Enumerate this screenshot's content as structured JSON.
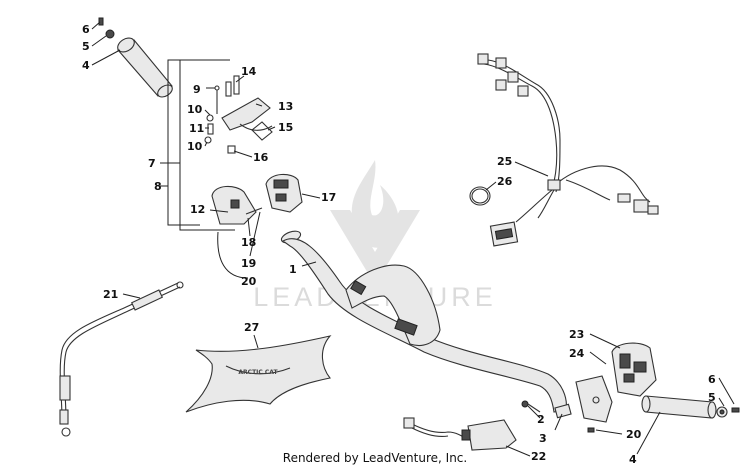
{
  "footer": {
    "credit": "Rendered by LeadVenture, Inc."
  },
  "watermark": {
    "text": "LEADVENTURE",
    "color": "#d8d8d8"
  },
  "callouts": [
    "6",
    "5",
    "4",
    "14",
    "9",
    "10",
    "13",
    "11",
    "15",
    "10",
    "16",
    "7",
    "8",
    "17",
    "12",
    "18",
    "19",
    "20",
    "1",
    "25",
    "26",
    "21",
    "27",
    "23",
    "24",
    "6",
    "5",
    "2",
    "20",
    "3",
    "4",
    "22"
  ],
  "colors": {
    "line": "#333333",
    "fill": "#e9e9e9",
    "text": "#111111"
  }
}
